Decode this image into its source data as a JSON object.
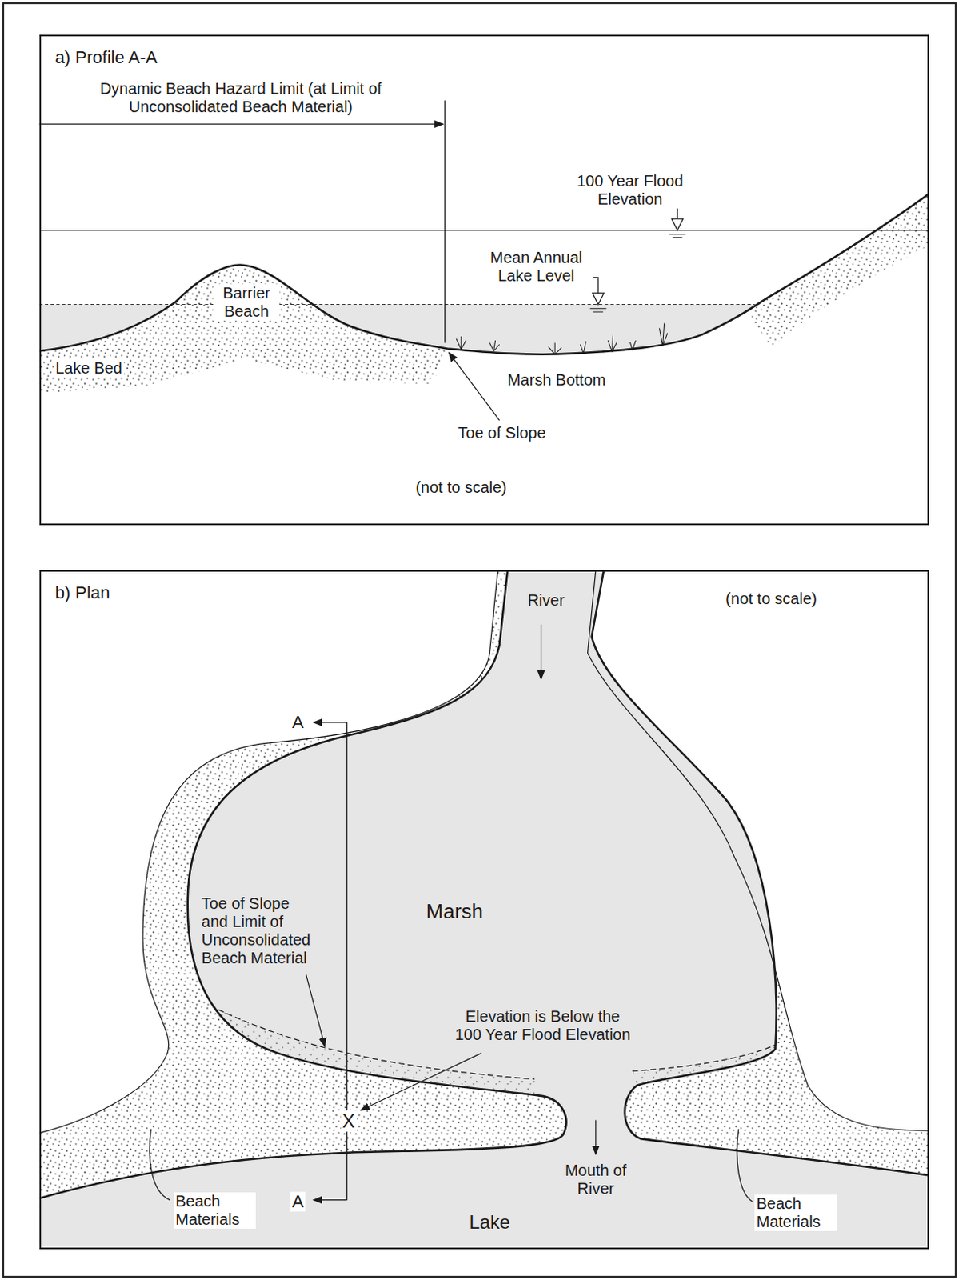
{
  "diagram": {
    "nodes": [
      {
        "text": [
          "a) Profile A-A"
        ]
      },
      {
        "text": [
          "b) Plan"
        ]
      }
    ],
    "labels": [
      "Dynamic Beach Hazard Limit (at Limit of Unconsolidated Beach Material)",
      "100 Year Flood Elevation",
      "Mean Annual Lake Level",
      "Barrier Beach",
      "Lake Bed",
      "Marsh Bottom",
      "Toe of Slope",
      "(not to scale)",
      "River",
      "(not to scale)",
      "A",
      "Toe of Slope and Limit of Unconsolidated Beach Material",
      "Marsh",
      "Elevation is Below the 100 Year Flood Elevation",
      "X",
      "A",
      "Beach Materials",
      "Mouth of River",
      "Lake",
      "Beach Materials"
    ]
  }
}
